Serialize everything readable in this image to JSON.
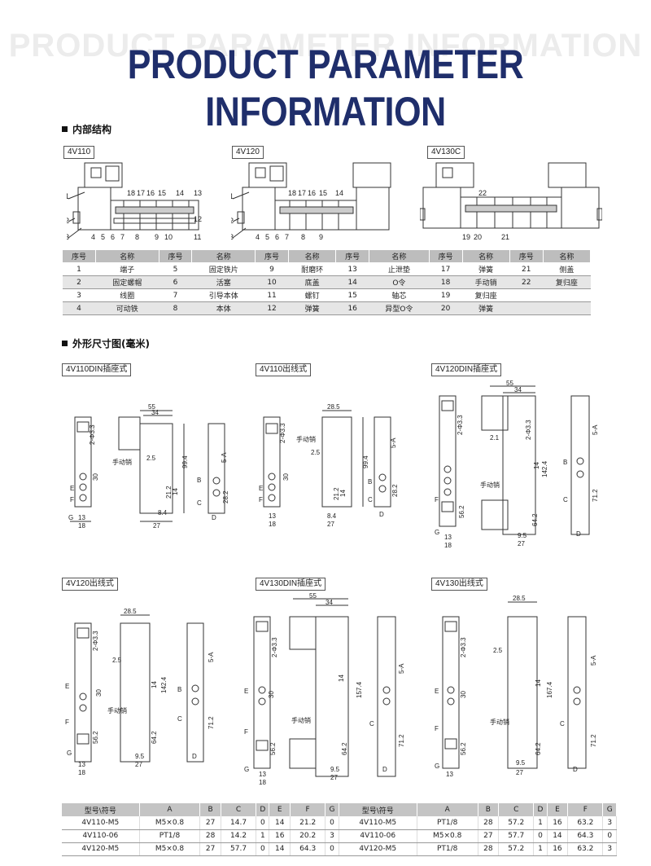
{
  "title": "PRODUCT PARAMETER INFORMATION",
  "sections": {
    "internal": "内部结构",
    "dimensions": "外形尺寸图(毫米)"
  },
  "structure_models": [
    "4V110",
    "4V120",
    "4V130C"
  ],
  "callouts": {
    "v110": [
      "1",
      "2",
      "3",
      "4",
      "5",
      "6",
      "7",
      "8",
      "9",
      "10",
      "11",
      "12",
      "13",
      "14",
      "15",
      "16",
      "17",
      "18"
    ],
    "v120": [
      "1",
      "2",
      "3",
      "4",
      "5",
      "6",
      "7",
      "8",
      "9",
      "14",
      "15",
      "16",
      "17",
      "18"
    ],
    "v130": [
      "19",
      "20",
      "21",
      "22"
    ]
  },
  "parts_table": {
    "headers": [
      "序号",
      "名称",
      "序号",
      "名称",
      "序号",
      "名称",
      "序号",
      "名称",
      "序号",
      "名称",
      "序号",
      "名称"
    ],
    "rows": [
      [
        "1",
        "端子",
        "5",
        "固定铁片",
        "9",
        "耐磨环",
        "13",
        "止泄垫",
        "17",
        "弹簧",
        "21",
        "侧盖"
      ],
      [
        "2",
        "固定螺帽",
        "6",
        "活塞",
        "10",
        "底盖",
        "14",
        "O令",
        "18",
        "手动销",
        "22",
        "复归座"
      ],
      [
        "3",
        "线圈",
        "7",
        "引导本体",
        "11",
        "螺钉",
        "15",
        "轴芯",
        "19",
        "复归座",
        "",
        ""
      ],
      [
        "4",
        "可动铁",
        "8",
        "本体",
        "12",
        "弹簧",
        "16",
        "异型O令",
        "20",
        "弹簧",
        "",
        ""
      ]
    ]
  },
  "dimension_models": [
    "4V110DIN插座式",
    "4V110出线式",
    "4V120DIN插座式",
    "4V120出线式",
    "4V130DIN插座式",
    "4V130出线式"
  ],
  "dim_labels": {
    "manual": "手动销",
    "holes": "2-Φ3.3",
    "port_a": "5-A",
    "w55": "55",
    "w34": "34",
    "w285": "28.5",
    "l994": "99.4",
    "l1424": "142.4",
    "l1574": "157.4",
    "l1674": "167.4",
    "d25": "2.5",
    "d30": "30",
    "d14": "14",
    "d212": "21.2",
    "d282": "28.2",
    "d84": "8.4",
    "d27": "27",
    "d562": "56.2",
    "d642": "64.2",
    "d712": "71.2",
    "d95": "9.5",
    "d13": "13",
    "d18": "18",
    "d21": "2.1",
    "lE": "E",
    "lF": "F",
    "lG": "G",
    "lB": "B",
    "lC": "C",
    "lD": "D"
  },
  "spec_table": {
    "headers": [
      "型号\\符号",
      "A",
      "B",
      "C",
      "D",
      "E",
      "F",
      "G",
      "型号\\符号",
      "A",
      "B",
      "C",
      "D",
      "E",
      "F",
      "G"
    ],
    "rows": [
      [
        "4V110-M5",
        "M5×0.8",
        "27",
        "14.7",
        "0",
        "14",
        "21.2",
        "0",
        "4V110-M5",
        "PT1/8",
        "28",
        "57.2",
        "1",
        "16",
        "63.2",
        "3"
      ],
      [
        "4V110-06",
        "PT1/8",
        "28",
        "14.2",
        "1",
        "16",
        "20.2",
        "3",
        "4V110-06",
        "M5×0.8",
        "27",
        "57.7",
        "0",
        "14",
        "64.3",
        "0"
      ],
      [
        "4V120-M5",
        "M5×0.8",
        "27",
        "57.7",
        "0",
        "14",
        "64.3",
        "0",
        "4V120-M5",
        "PT1/8",
        "28",
        "57.2",
        "1",
        "16",
        "63.2",
        "3"
      ]
    ]
  }
}
